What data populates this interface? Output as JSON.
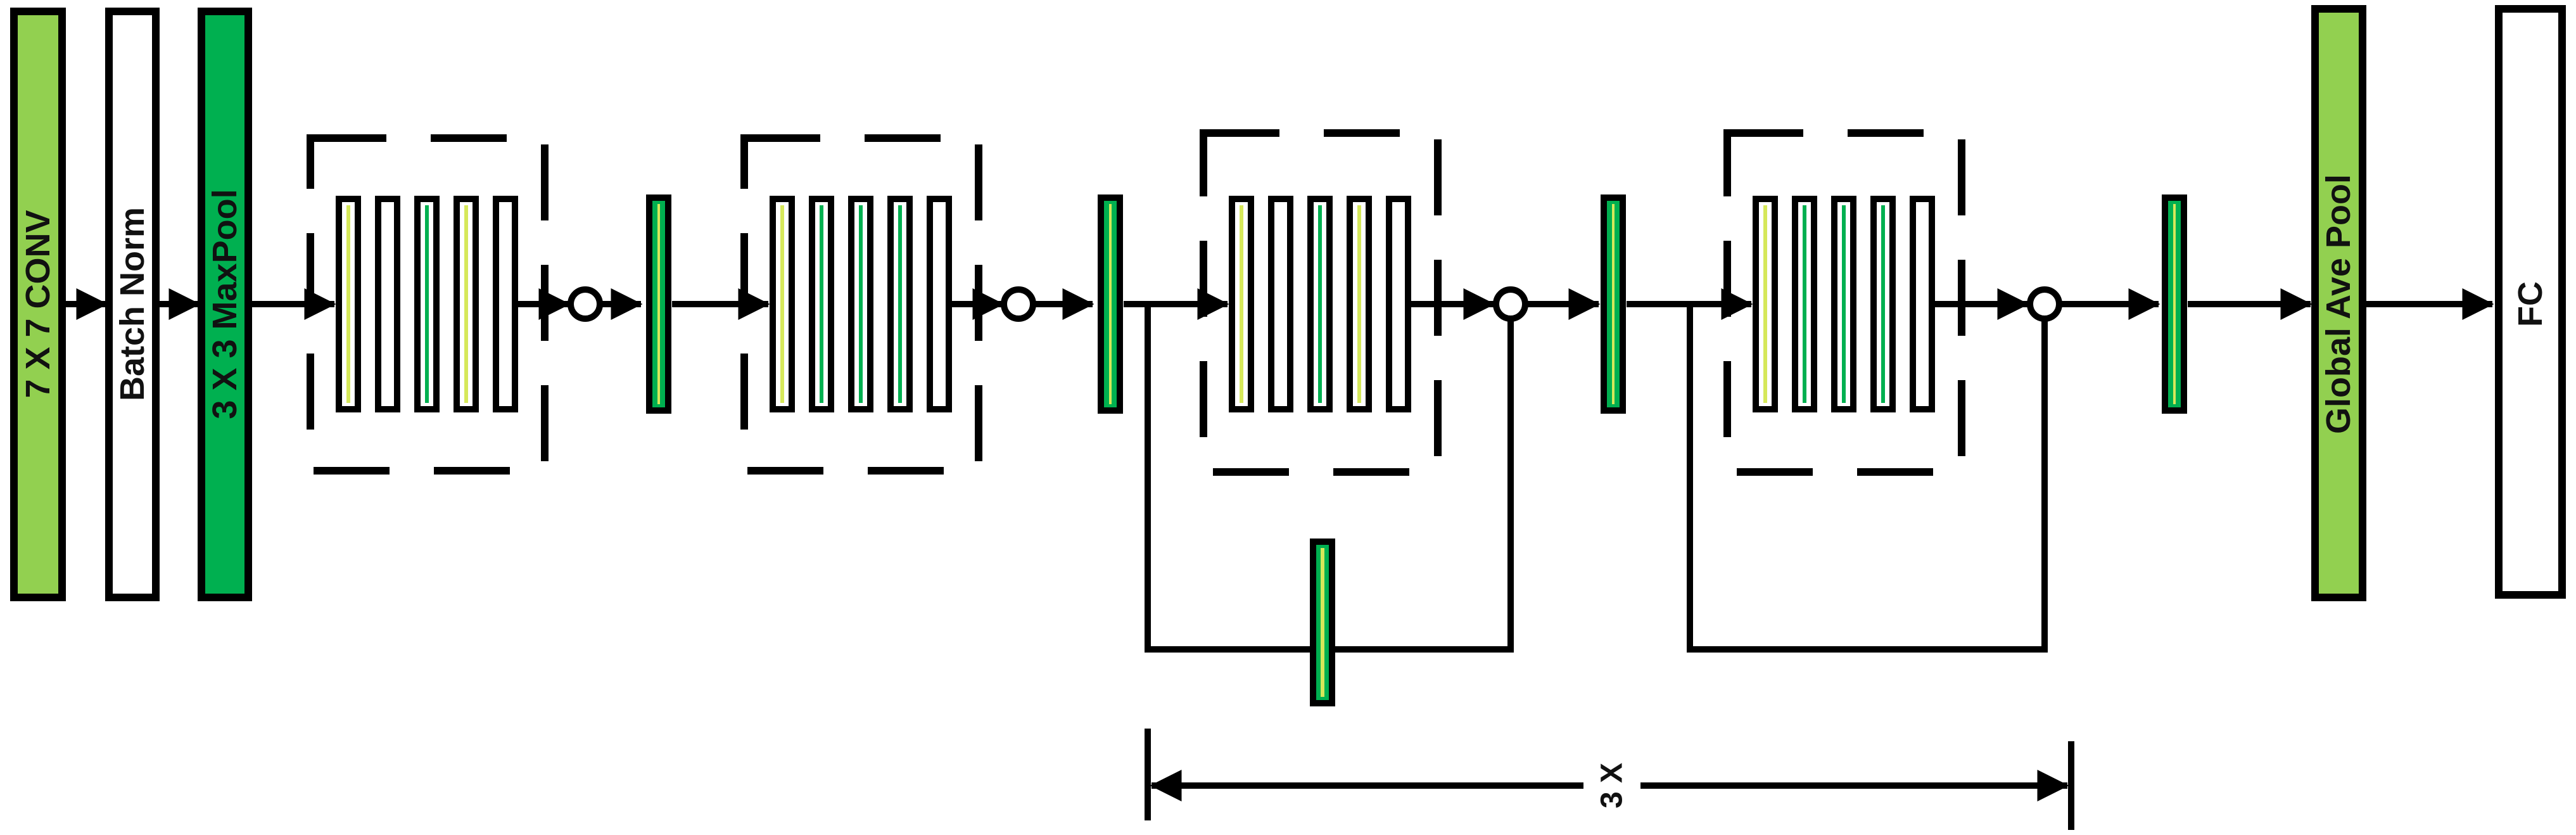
{
  "labels": {
    "conv": "7 X 7 CONV",
    "batch_norm": "Batch Norm",
    "maxpool": "3 X 3 MaxPool",
    "global_pool": "Global Ave Pool",
    "fc": "FC",
    "repeat": "3 X"
  },
  "colors": {
    "light_green": "#92D050",
    "dark_green": "#00B050",
    "yellow_line": "#D6E85A",
    "stroke": "#000000",
    "white": "#ffffff"
  }
}
